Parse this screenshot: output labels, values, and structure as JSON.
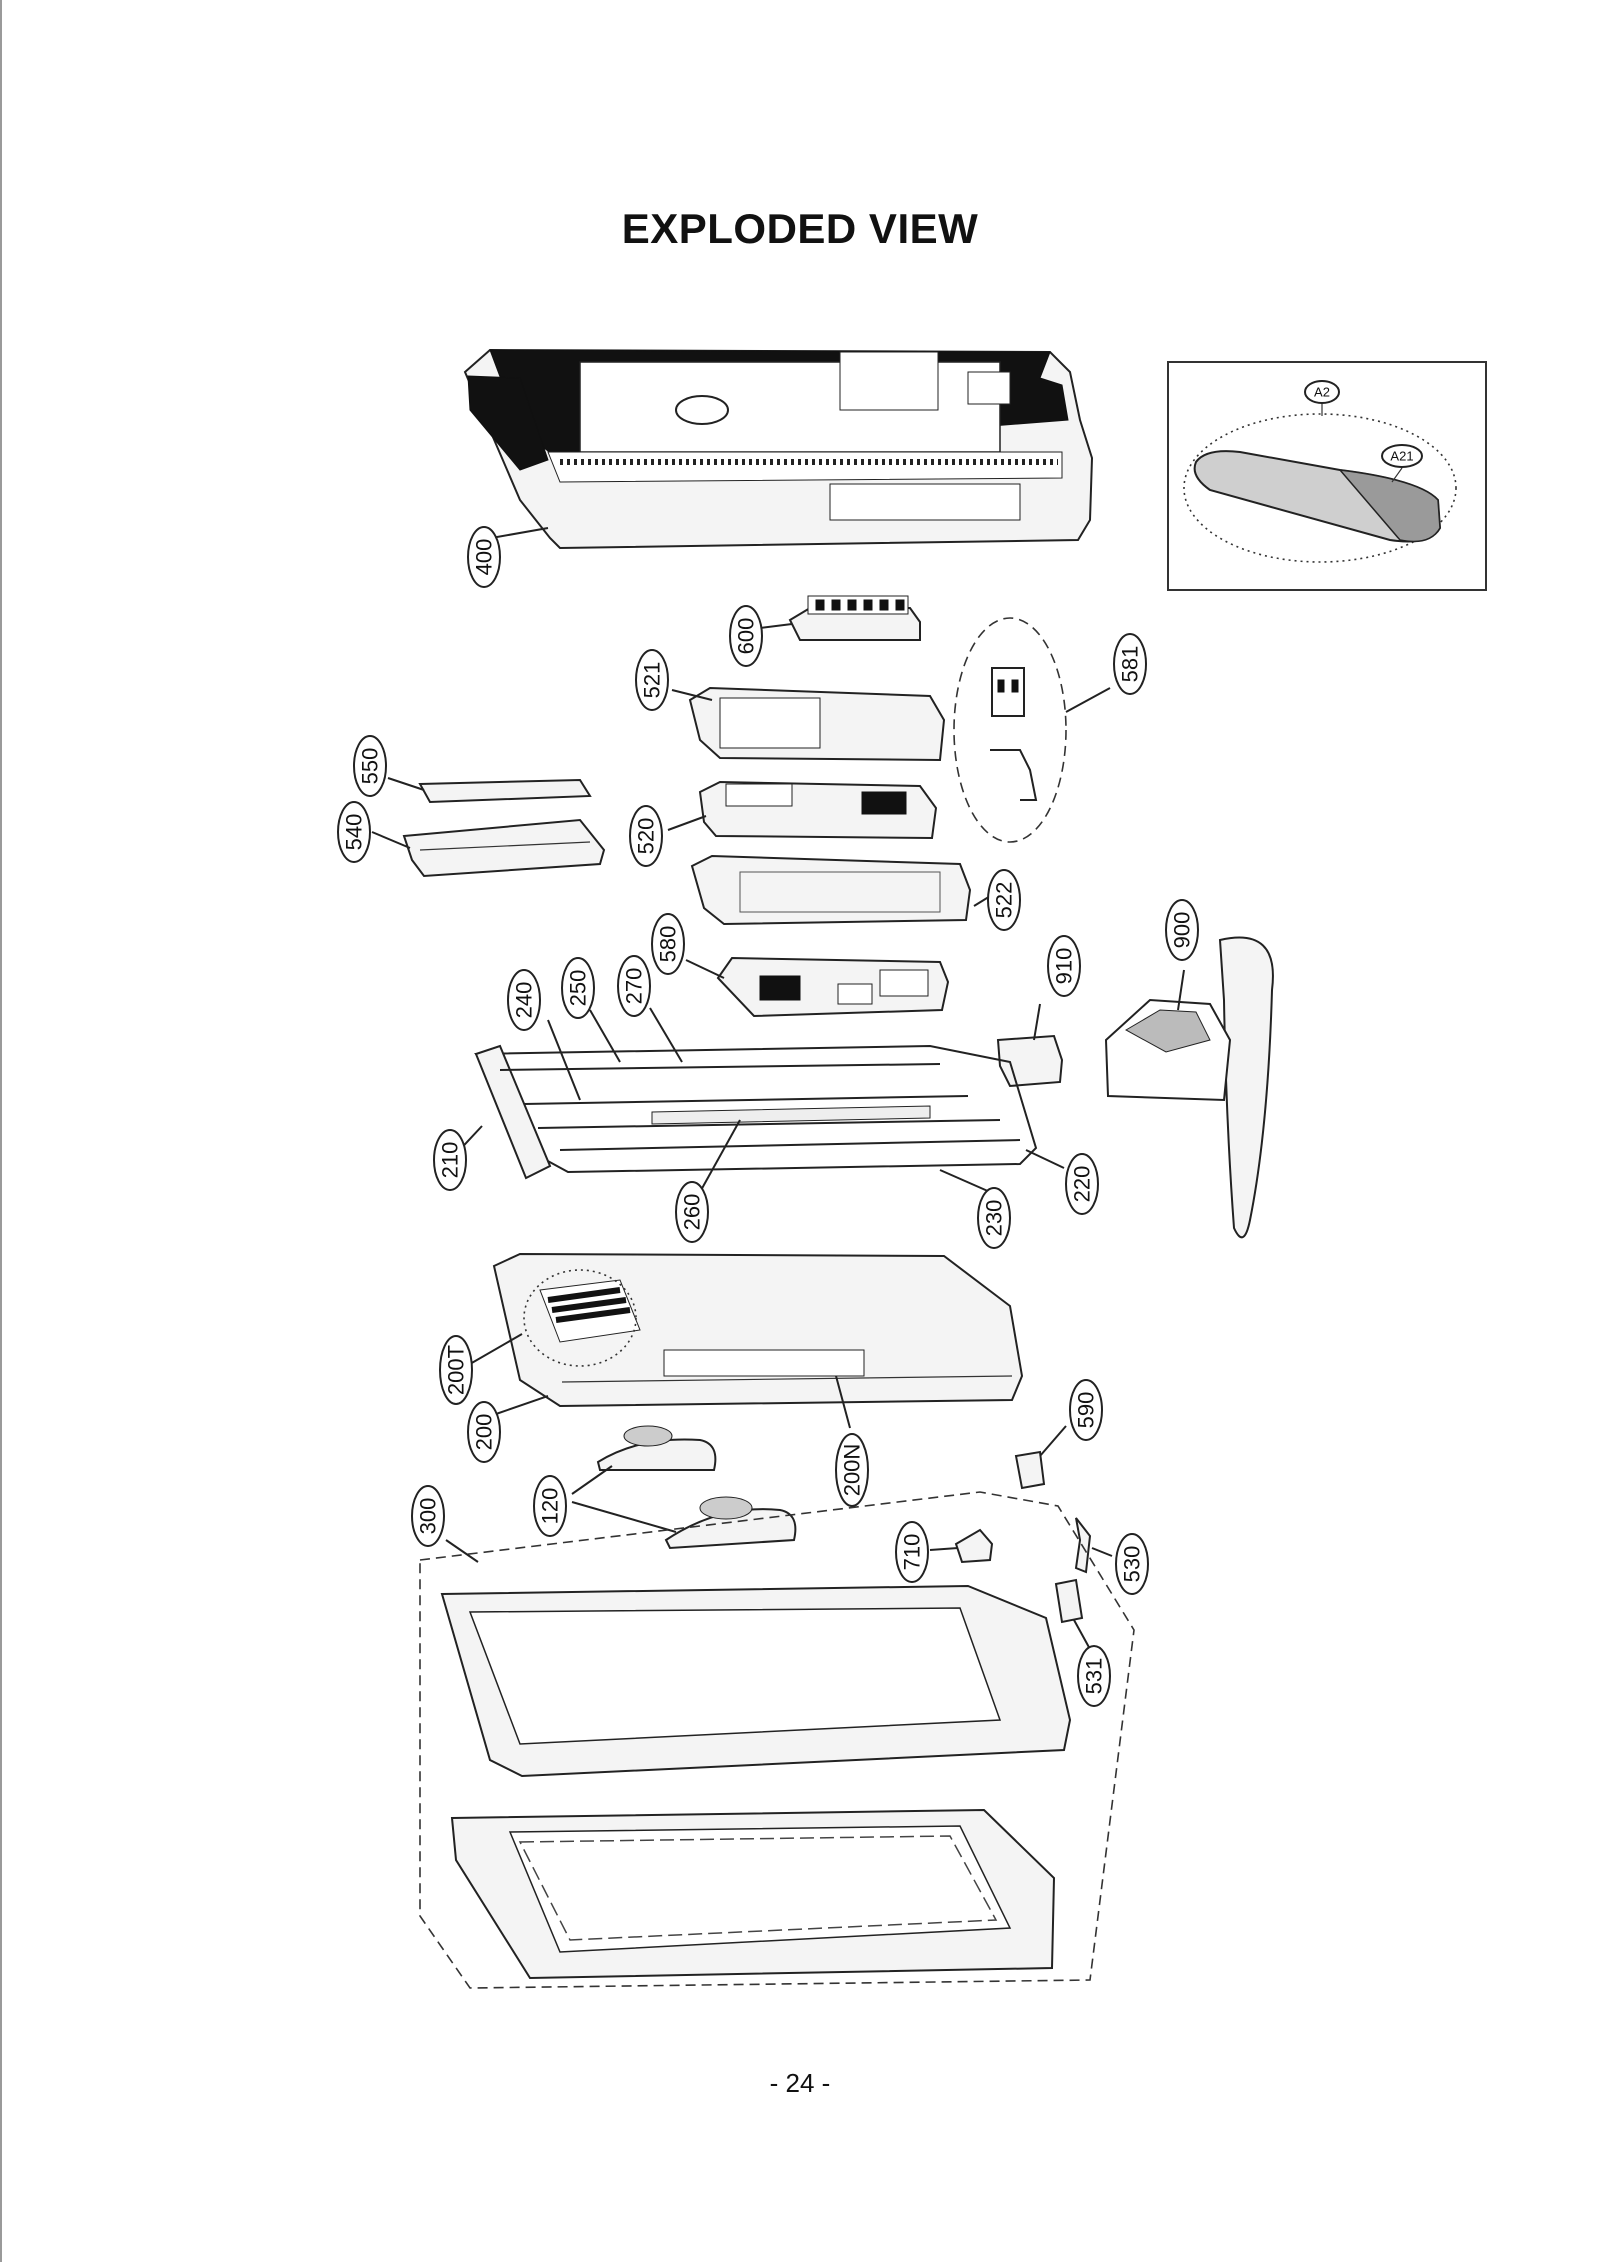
{
  "title": "EXPLODED VIEW",
  "page_number": "- 24 -",
  "inset_labels": [
    "A2",
    "A21"
  ],
  "part_labels": [
    "400",
    "600",
    "521",
    "581",
    "550",
    "540",
    "520",
    "522",
    "580",
    "900",
    "910",
    "240",
    "250",
    "270",
    "210",
    "260",
    "220",
    "230",
    "200T",
    "200",
    "200N",
    "590",
    "300",
    "120",
    "710",
    "530",
    "531"
  ]
}
